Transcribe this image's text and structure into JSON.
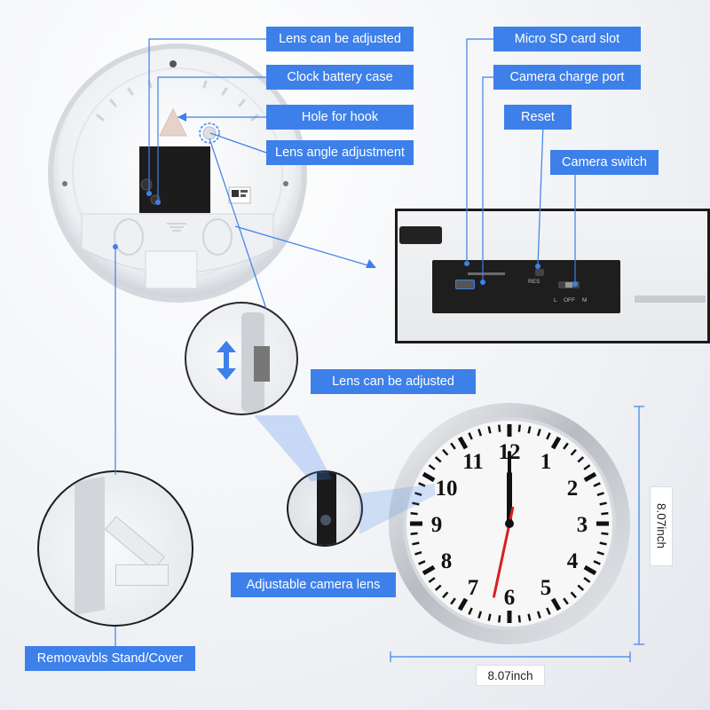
{
  "colors": {
    "accent": "#3d80ea",
    "hand_red": "#d81e1e"
  },
  "labels": {
    "lens_adjusted_top": "Lens can be adjusted",
    "battery_case": "Clock battery case",
    "hole_hook": "Hole for hook",
    "lens_angle": "Lens angle adjustment",
    "micro_sd": "Micro SD card slot",
    "charge_port": "Camera charge port",
    "reset": "Reset",
    "camera_switch": "Camera switch",
    "lens_adjusted_mid": "Lens can be adjusted",
    "adjustable_lens": "Adjustable camera lens",
    "stand_cover": "Removavbls Stand/Cover"
  },
  "panel": {
    "res": "RES",
    "switch_l": "L",
    "switch_off": "OFF",
    "switch_m": "M"
  },
  "dimensions": {
    "height": "8.07inch",
    "width": "8.07inch"
  },
  "clock_face": {
    "numerals": [
      "12",
      "1",
      "2",
      "3",
      "4",
      "5",
      "6",
      "7",
      "8",
      "9",
      "10",
      "11"
    ],
    "time": {
      "hour": 12,
      "minute": 0,
      "second": 32
    }
  }
}
